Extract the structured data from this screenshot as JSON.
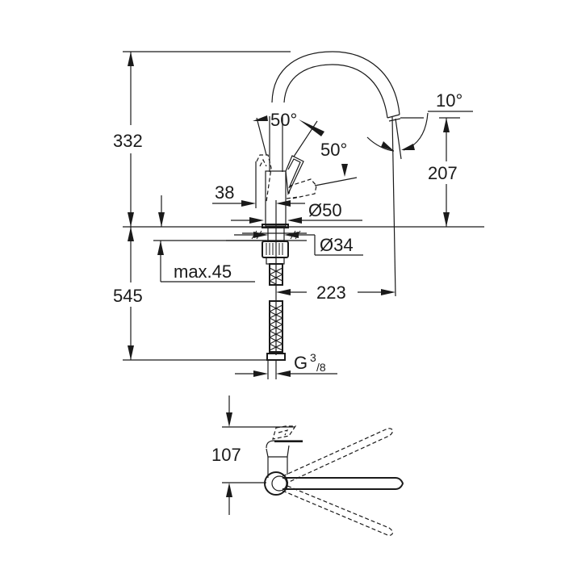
{
  "drawing": {
    "type": "technical-dimension-drawing",
    "subject": "kitchen faucet",
    "side_view": {
      "dimensions": {
        "overall_height": "332",
        "below_deck_length": "545",
        "spout_outlet_height": "207",
        "spout_reach": "223",
        "handle_offset": "38",
        "body_diameter": "Ø50",
        "mounting_hole_diameter": "Ø34",
        "max_deck_thickness": "max.45",
        "connection_thread": "G",
        "connection_thread_superscript": "3",
        "connection_thread_fraction": "/8"
      },
      "angles": {
        "handle_left": "50°",
        "handle_right": "50°",
        "spout_tilt": "10°"
      }
    },
    "top_view": {
      "dimensions": {
        "handle_depth": "107"
      }
    }
  }
}
